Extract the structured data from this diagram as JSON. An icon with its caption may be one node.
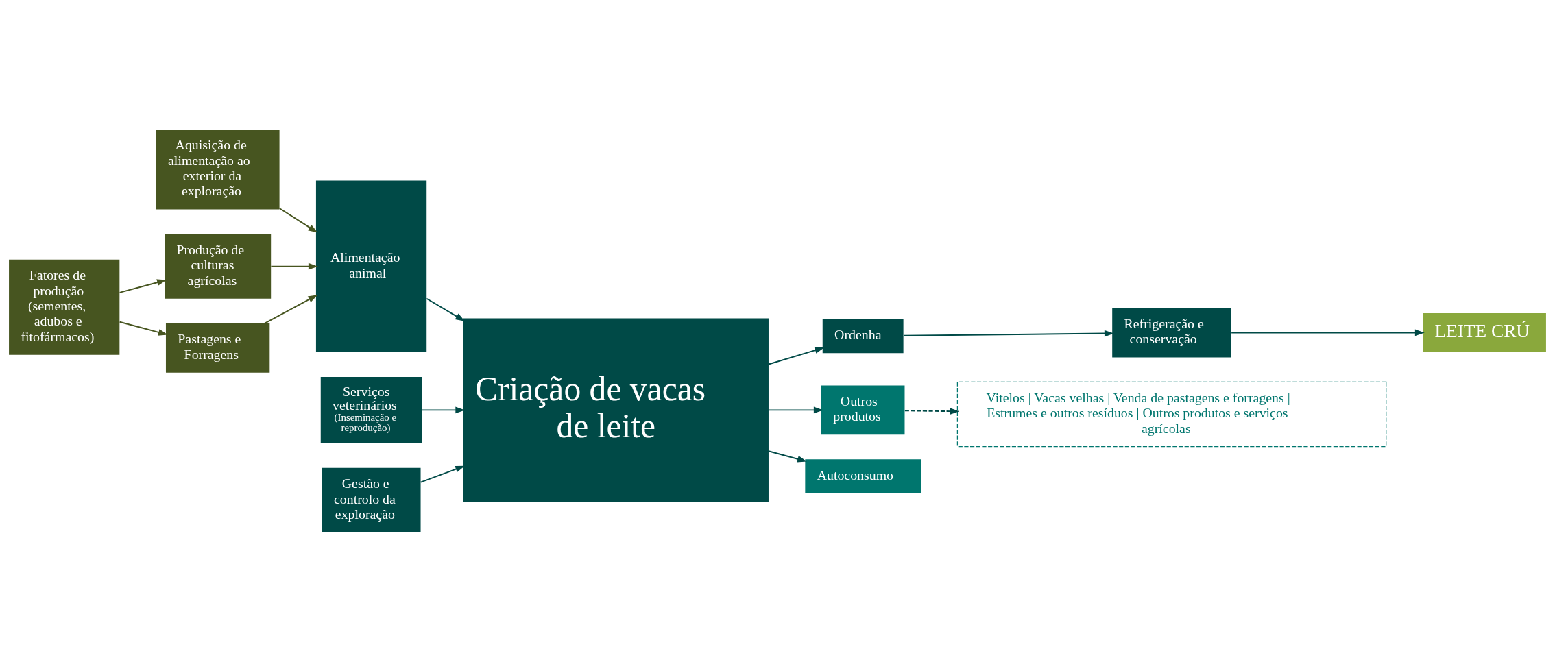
{
  "diagram": {
    "nodes": [
      {
        "text": [
          "Aquisição de alimentação ao exterior da exploração"
        ]
      },
      {
        "text": [
          "Produção de culturas agrícolas"
        ]
      },
      {
        "text": [
          "Fatores de produção (sementes, adubos e fitofármacos)"
        ]
      },
      {
        "text": [
          "Pastagens e Forragens"
        ]
      },
      {
        "text": [
          "Alimentação animal"
        ]
      },
      {
        "text": [
          "Serviços veterinários",
          "(Inseminação e reprodução)"
        ]
      },
      {
        "text": [
          "Gestão e controlo da exploração"
        ]
      },
      {
        "text": [
          "Criação de vacas de leite"
        ]
      },
      {
        "text": [
          "Ordenha"
        ]
      },
      {
        "text": [
          "Refrigeração e conservação"
        ]
      },
      {
        "text": [
          "Outros produtos"
        ]
      },
      {
        "text": [
          "Autoconsumo"
        ]
      },
      {
        "text": [
          "LEITE CRÚ"
        ]
      },
      {
        "text": [
          "Vitelos | Vacas velhas | Venda de pastagens e forragens | Estrumes e outros resíduos | Outros produtos e serviços agrícolas"
        ]
      }
    ],
    "edges": [
      {
        "from": 2,
        "to": 1,
        "arrow": "to",
        "color": "#475520"
      },
      {
        "from": 2,
        "to": 3,
        "arrow": "to",
        "color": "#475520"
      },
      {
        "from": 0,
        "to": 4,
        "arrow": "to",
        "color": "#475520"
      },
      {
        "from": 1,
        "to": 4,
        "arrow": "to",
        "color": "#475520"
      },
      {
        "from": 3,
        "to": 4,
        "arrow": "to",
        "color": "#475520"
      },
      {
        "from": 4,
        "to": 7,
        "arrow": "to"
      },
      {
        "from": 5,
        "to": 7,
        "arrow": "to"
      },
      {
        "from": 6,
        "to": 7,
        "arrow": "to"
      },
      {
        "from": 7,
        "to": 8,
        "arrow": "to"
      },
      {
        "from": 8,
        "to": 9,
        "arrow": "to"
      },
      {
        "from": 9,
        "to": 12,
        "arrow": "to"
      },
      {
        "from": 7,
        "to": 10,
        "arrow": "to"
      },
      {
        "from": 7,
        "to": 11,
        "arrow": "to"
      },
      {
        "from": 10,
        "to": 13,
        "arrow": "to",
        "style": "dashed"
      }
    ]
  }
}
